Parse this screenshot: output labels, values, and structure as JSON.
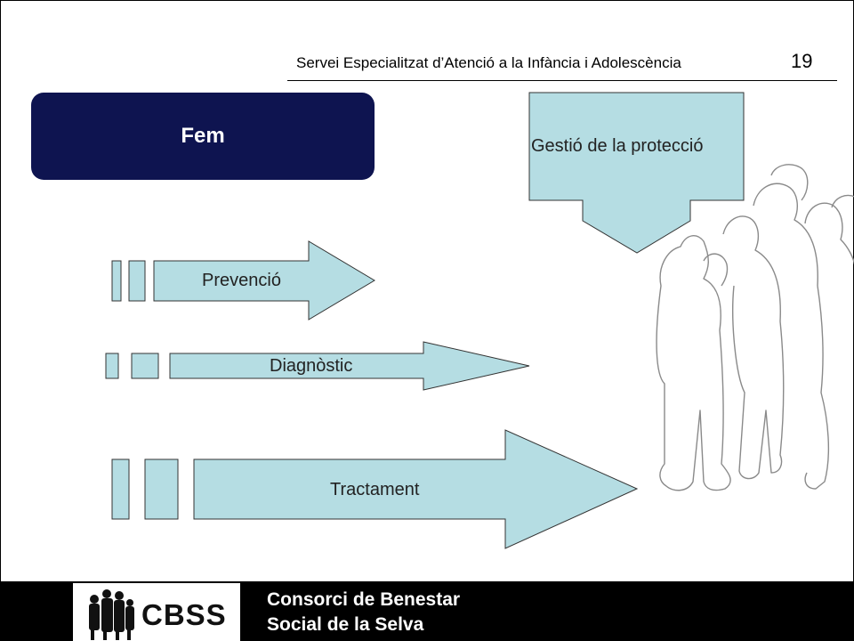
{
  "header": {
    "title": "Servei Especialitzat d’Atenció a la Infància i Adolescència",
    "page_number": "19"
  },
  "main": {
    "fem_label": "Fem",
    "gestio_label": "Gestió de la protecció",
    "arrows": [
      {
        "label": "Prevenció"
      },
      {
        "label": "Diagnòstic"
      },
      {
        "label": "Tractament"
      }
    ]
  },
  "footer": {
    "logo_text": "CBSS",
    "org_line1": "Consorci de Benestar",
    "org_line2": "Social de la Selva"
  },
  "colors": {
    "fem_box": "#0e1450",
    "arrow_fill": "#b5dde3",
    "footer_bg": "#000000"
  }
}
